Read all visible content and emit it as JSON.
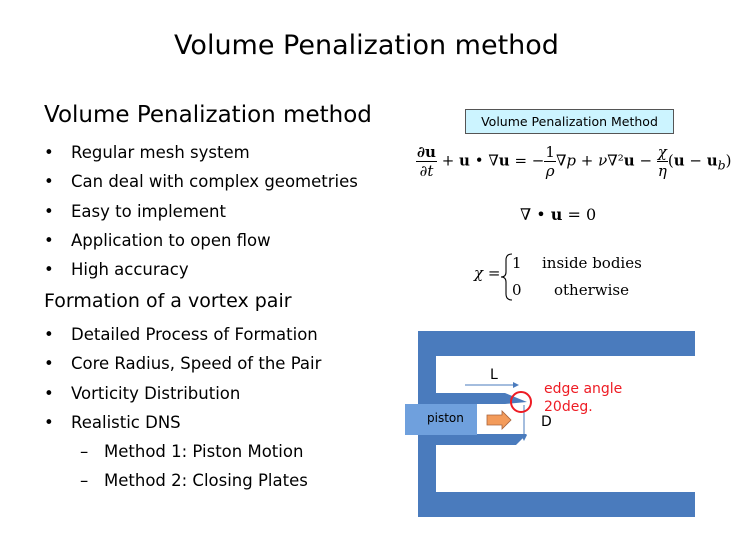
{
  "slide": {
    "title": "Volume Penalization method",
    "section1": {
      "heading": "Volume Penalization method",
      "bullets": [
        "Regular mesh system",
        "Can deal with complex geometries",
        "Easy to implement",
        "Application to open flow",
        "High accuracy"
      ]
    },
    "section2": {
      "heading": "Formation of a vortex pair",
      "bullets": [
        "Detailed Process of Formation",
        "Core Radius, Speed of the Pair",
        "Vorticity Distribution",
        "Realistic DNS"
      ],
      "sub_bullets": [
        "Method 1: Piston Motion",
        "Method 2: Closing Plates"
      ]
    },
    "bullet_symbol": "•",
    "dash_symbol": "–"
  },
  "equations": {
    "box_label": "Volume Penalization Method",
    "chi_symbol": "χ",
    "chi_case1_value": "1",
    "chi_case1_text": "inside bodies",
    "chi_case2_value": "0",
    "chi_case2_text": "otherwise"
  },
  "diagram": {
    "piston_label": "piston",
    "L_label": "L",
    "D_label": "D",
    "edge_label_line1": "edge angle",
    "edge_label_line2": "20deg.",
    "colors": {
      "wall": "#4a7bbd",
      "piston": "#6fa0dd",
      "arrow": "#f39b5a",
      "highlight": "#ee1c24"
    }
  }
}
